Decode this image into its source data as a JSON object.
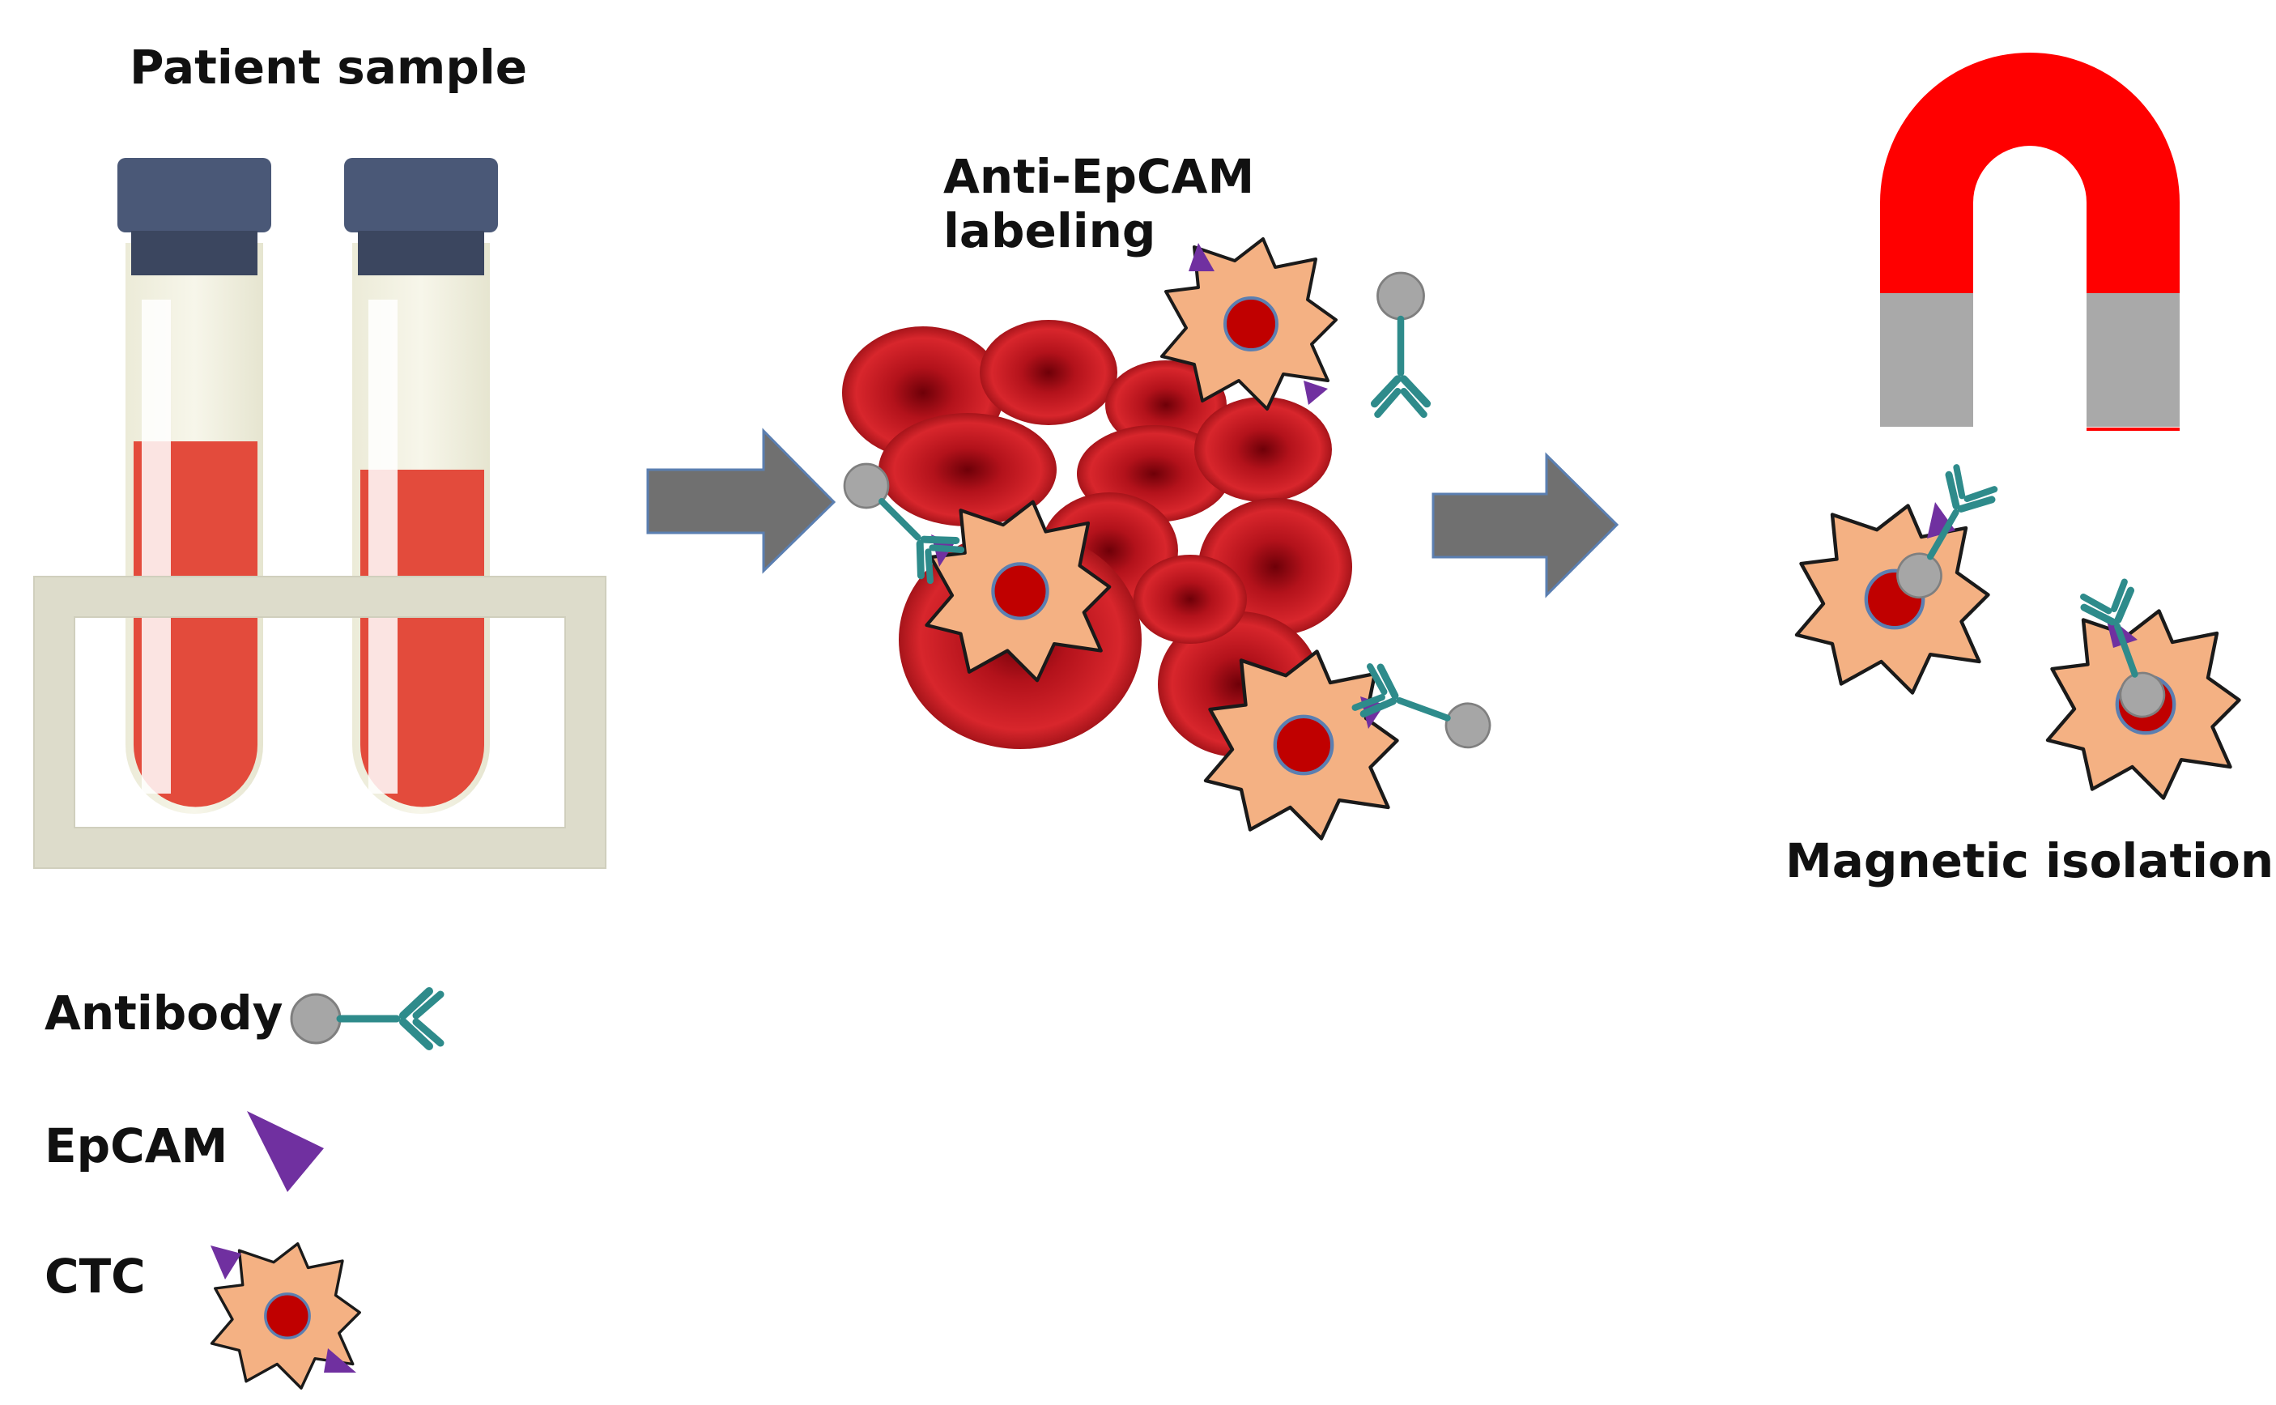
{
  "labels": {
    "patient_sample": "Patient sample",
    "anti_epcam_labeling_line1": "Anti-EpCAM",
    "anti_epcam_labeling_line2": "labeling",
    "magnetic_isolation": "Magnetic isolation"
  },
  "legend": {
    "antibody": "Antibody",
    "epcam": "EpCAM",
    "ctc": "CTC"
  },
  "colors": {
    "blood": "#e34b3c",
    "tube_glass": "#f2f1e2",
    "tube_cap": "#4a5877",
    "rack": "#dddccb",
    "arrow": "#707070",
    "rbc": "#c8141c",
    "ctc_body": "#f4b183",
    "ctc_nucleus": "#c00000",
    "epcam": "#7030a0",
    "antibody": "#2e8b8b",
    "bead": "#a6a6a6",
    "magnet_red": "#ff0000",
    "magnet_pole": "#a9a9a9"
  }
}
